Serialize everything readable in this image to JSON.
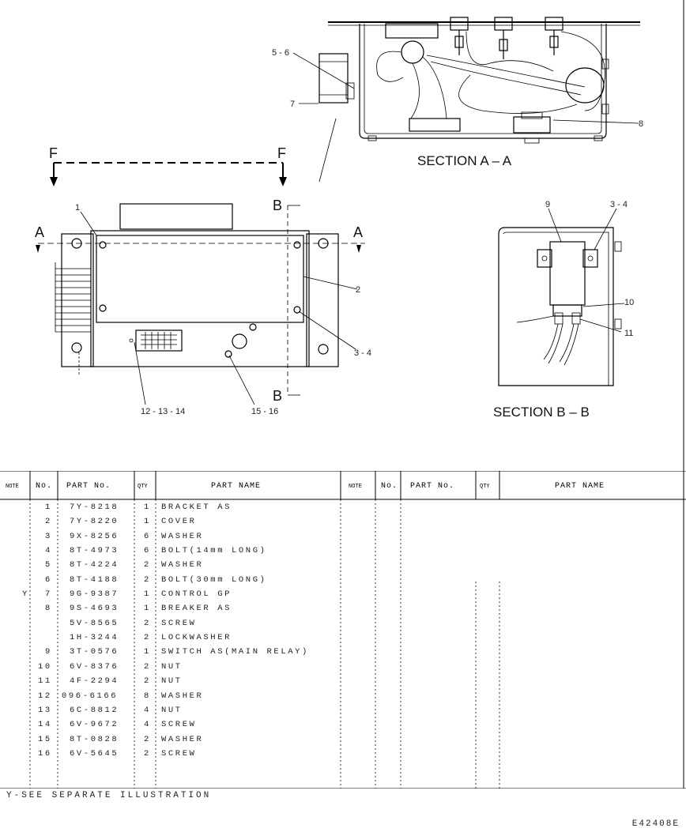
{
  "drawing": {
    "section_a_label": "SECTION A – A",
    "section_b_label": "SECTION B – B",
    "view_letters": {
      "f": "F",
      "a": "A",
      "b": "B"
    },
    "callouts": {
      "c5_6": "5 - 6",
      "c7": "7",
      "c8": "8",
      "c1": "1",
      "c2": "2",
      "c3_4_main": "3 - 4",
      "c12_13_14": "12 - 13 - 14",
      "c15_16": "15 - 16",
      "c9": "9",
      "c3_4_b": "3 - 4",
      "c10": "10",
      "c11": "11"
    }
  },
  "table": {
    "headers": {
      "note": "NOTE",
      "no": "No.",
      "part_no": "PART  No.",
      "qty": "QTY",
      "part_name": "PART  NAME"
    },
    "rows": [
      {
        "note": "",
        "no": "1",
        "part_no": "7Y-8218",
        "qty": "1",
        "name": "BRACKET AS"
      },
      {
        "note": "",
        "no": "2",
        "part_no": "7Y-8220",
        "qty": "1",
        "name": "COVER"
      },
      {
        "note": "",
        "no": "3",
        "part_no": "9X-8256",
        "qty": "6",
        "name": "WASHER"
      },
      {
        "note": "",
        "no": "4",
        "part_no": "8T-4973",
        "qty": "6",
        "name": "BOLT(14mm LONG)"
      },
      {
        "note": "",
        "no": "5",
        "part_no": "8T-4224",
        "qty": "2",
        "name": "WASHER"
      },
      {
        "note": "",
        "no": "6",
        "part_no": "8T-4188",
        "qty": "2",
        "name": "BOLT(30mm LONG)"
      },
      {
        "note": "Y",
        "no": "7",
        "part_no": "9G-9387",
        "qty": "1",
        "name": "CONTROL GP"
      },
      {
        "note": "",
        "no": "8",
        "part_no": "9S-4693",
        "qty": "1",
        "name": "BREAKER AS"
      },
      {
        "note": "",
        "no": "",
        "part_no": "5V-8565",
        "qty": "2",
        "name": " SCREW"
      },
      {
        "note": "",
        "no": "",
        "part_no": "1H-3244",
        "qty": "2",
        "name": " LOCKWASHER"
      },
      {
        "note": "",
        "no": "9",
        "part_no": "3T-0576",
        "qty": "1",
        "name": "SWITCH AS(MAIN RELAY)"
      },
      {
        "note": "",
        "no": "10",
        "part_no": "6V-8376",
        "qty": "2",
        "name": " NUT"
      },
      {
        "note": "",
        "no": "11",
        "part_no": "4F-2294",
        "qty": "2",
        "name": " NUT"
      },
      {
        "note": "",
        "no": "12",
        "part_no": "096-6166",
        "qty": "8",
        "name": "WASHER"
      },
      {
        "note": "",
        "no": "13",
        "part_no": "6C-8812",
        "qty": "4",
        "name": "NUT"
      },
      {
        "note": "",
        "no": "14",
        "part_no": "6V-9672",
        "qty": "4",
        "name": "SCREW"
      },
      {
        "note": "",
        "no": "15",
        "part_no": "8T-0828",
        "qty": "2",
        "name": "WASHER"
      },
      {
        "note": "",
        "no": "16",
        "part_no": "6V-5645",
        "qty": "2",
        "name": "SCREW"
      }
    ]
  },
  "footnote": "Y-SEE SEPARATE ILLUSTRATION",
  "illustration_id": "E42408E"
}
